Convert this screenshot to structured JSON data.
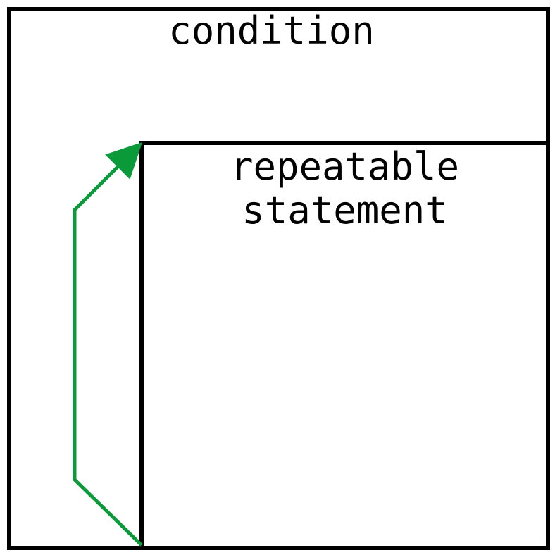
{
  "diagram": {
    "condition_label": "condition",
    "statement_label_line1": "repeatable",
    "statement_label_line2": "statement"
  },
  "colors": {
    "border": "#000000",
    "background": "#ffffff",
    "loop_arrow": "#0a9a3a"
  }
}
